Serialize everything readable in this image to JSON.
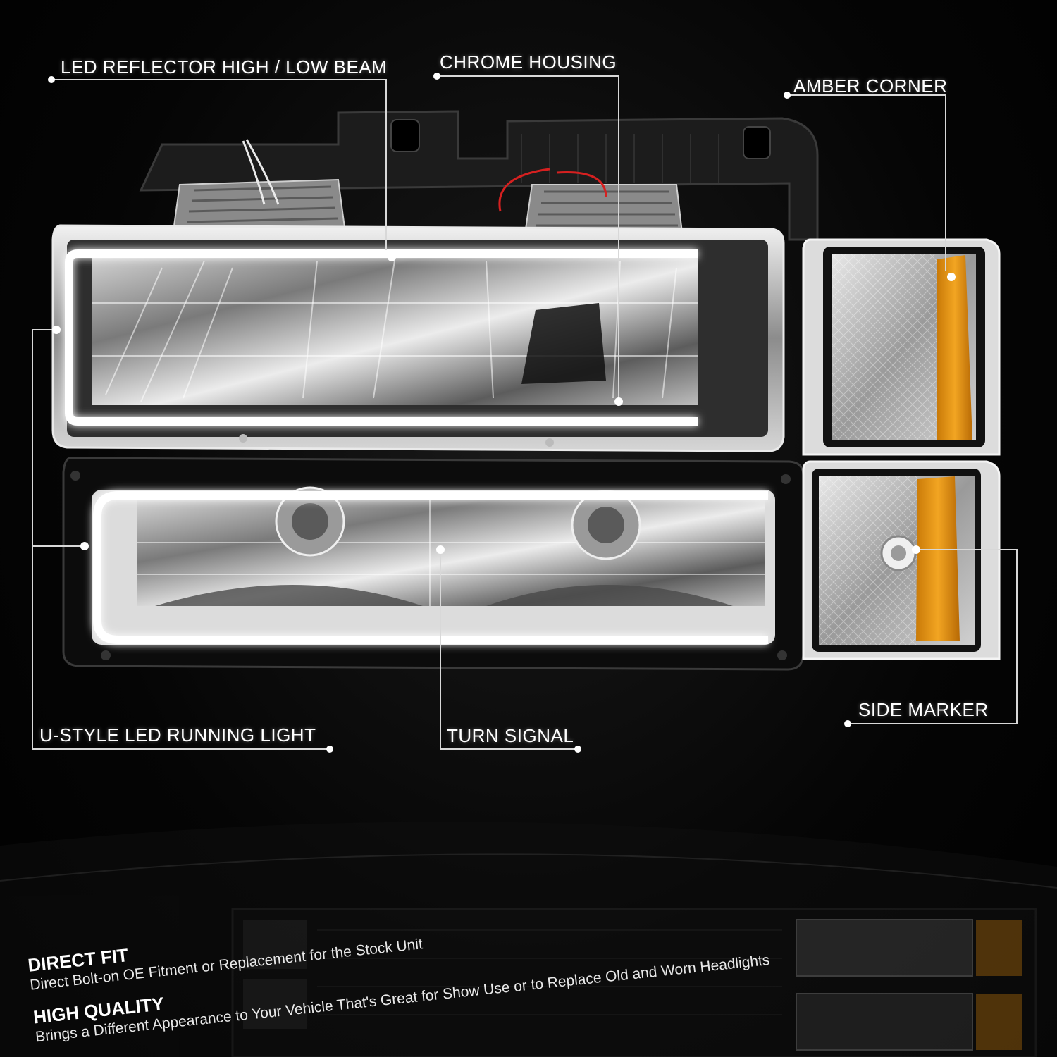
{
  "callouts": {
    "led_reflector": "LED REFLECTOR HIGH / LOW BEAM",
    "chrome_housing": "CHROME HOUSING",
    "amber_corner": "AMBER CORNER",
    "u_style": "U-STYLE LED RUNNING LIGHT",
    "turn_signal": "TURN SIGNAL",
    "side_marker": "SIDE MARKER"
  },
  "features": [
    {
      "title": "DIRECT FIT",
      "description": "Direct Bolt-on OE Fitment or Replacement for the Stock Unit"
    },
    {
      "title": "HIGH QUALITY",
      "description": "Brings a Different Appearance to Your Vehicle That's Great for Show Use or to Replace Old and Worn Headlights"
    }
  ],
  "colors": {
    "background": "#000000",
    "chrome": "#c8c8c8",
    "amber": "#e8950f",
    "led": "#ffffff"
  }
}
